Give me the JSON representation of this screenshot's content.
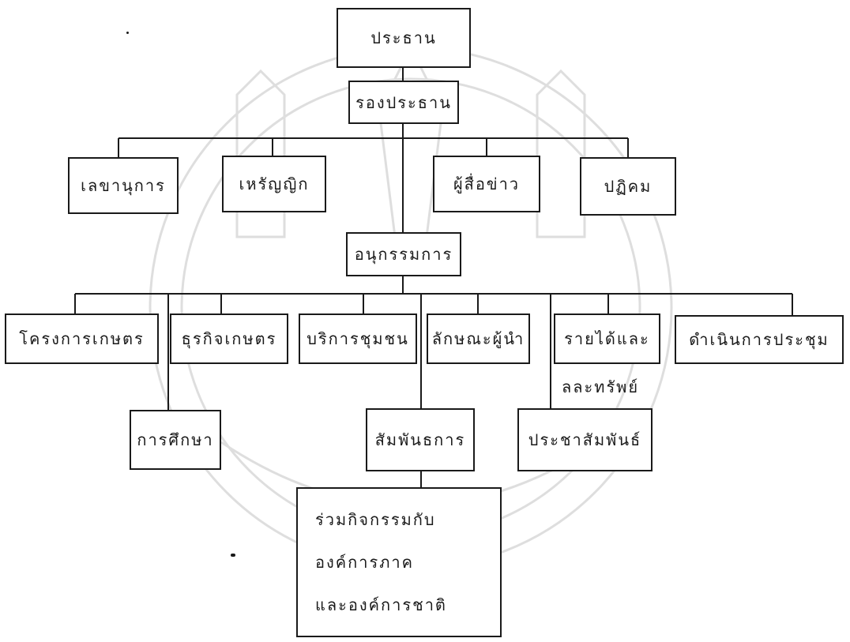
{
  "diagram": {
    "chair": "ประธาน",
    "vice_chair": "รองประธาน",
    "level2": {
      "secretary": "เลขานุการ",
      "treasurer": "เหรัญญิก",
      "reporter": "ผู้สื่อข่าว",
      "registrar": "ปฏิคม"
    },
    "subcommittee": "อนุกรรมการ",
    "level4": {
      "agri_projects": "โครงการเกษตร",
      "agri_business": "ธุรกิจเกษตร",
      "community_service": "บริการชุมชน",
      "leadership": "ลักษณะผู้นำ",
      "income": "รายได้และ",
      "income_line2": "ลละทรัพย์",
      "meeting": "ดำเนินการประชุม"
    },
    "level5": {
      "education": "การศึกษา",
      "relations": "สัมพันธการ",
      "public_relations": "ประชาสัมพันธ์"
    },
    "activities": {
      "line1": "ร่วมกิจกรรมกับ",
      "line2": "องค์การภาค",
      "line3": "และองค์การชาติ"
    }
  }
}
